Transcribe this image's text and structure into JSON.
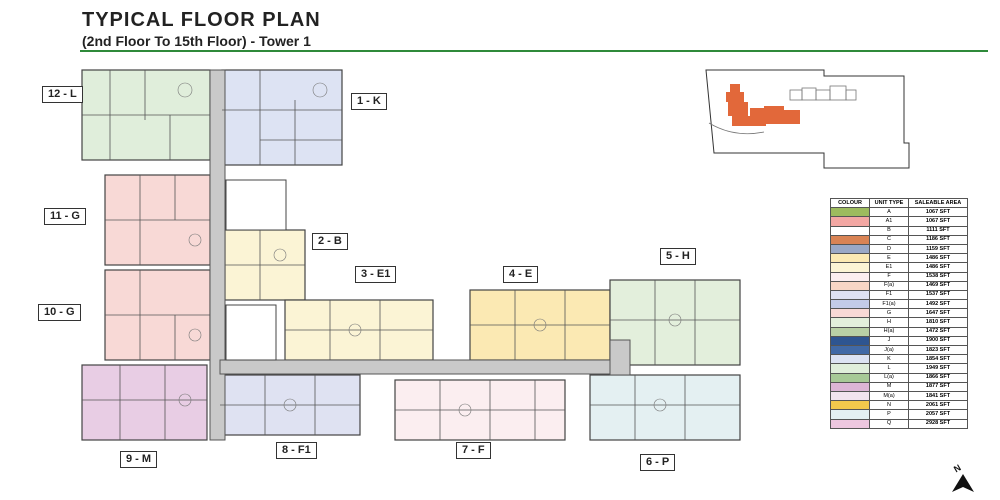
{
  "header": {
    "title": "TYPICAL FLOOR PLAN",
    "subtitle": "(2nd Floor To 15th Floor) - Tower 1"
  },
  "units": [
    {
      "id": "12-L",
      "label": "12 - L"
    },
    {
      "id": "1-K",
      "label": "1 - K"
    },
    {
      "id": "11-G",
      "label": "11 - G"
    },
    {
      "id": "2-B",
      "label": "2 - B"
    },
    {
      "id": "3-E1",
      "label": "3 - E1"
    },
    {
      "id": "4-E",
      "label": "4 - E"
    },
    {
      "id": "5-H",
      "label": "5 - H"
    },
    {
      "id": "10-G",
      "label": "10 - G"
    },
    {
      "id": "9-M",
      "label": "9 - M"
    },
    {
      "id": "8-F1",
      "label": "8 - F1"
    },
    {
      "id": "7-F",
      "label": "7 - F"
    },
    {
      "id": "6-P",
      "label": "6 - P"
    }
  ],
  "legend": {
    "headers": [
      "COLOUR",
      "UNIT TYPE",
      "SALEABLE AREA"
    ],
    "rows": [
      {
        "type": "A",
        "area": "1067 SFT",
        "color": "#9dbb5e"
      },
      {
        "type": "A1",
        "area": "1067 SFT",
        "color": "#f3a7a3"
      },
      {
        "type": "B",
        "area": "1111 SFT",
        "color": "#ffffff"
      },
      {
        "type": "C",
        "area": "1186 SFT",
        "color": "#d98354"
      },
      {
        "type": "D",
        "area": "1159 SFT",
        "color": "#9aa8c6"
      },
      {
        "type": "E",
        "area": "1486 SFT",
        "color": "#fbe9b3"
      },
      {
        "type": "E1",
        "area": "1486 SFT",
        "color": "#fbf4d5"
      },
      {
        "type": "F",
        "area": "1538 SFT",
        "color": "#fbeef0"
      },
      {
        "type": "F(a)",
        "area": "1469 SFT",
        "color": "#f7d6c6"
      },
      {
        "type": "F1",
        "area": "1537 SFT",
        "color": "#dfe2f2"
      },
      {
        "type": "F1(a)",
        "area": "1492 SFT",
        "color": "#c3cbe8"
      },
      {
        "type": "G",
        "area": "1647 SFT",
        "color": "#f8d9d6"
      },
      {
        "type": "H",
        "area": "1810 SFT",
        "color": "#e3efdc"
      },
      {
        "type": "H(a)",
        "area": "1472 SFT",
        "color": "#b9d0a6"
      },
      {
        "type": "J",
        "area": "1900 SFT",
        "color": "#2e5591"
      },
      {
        "type": "J(a)",
        "area": "1823 SFT",
        "color": "#4169a6"
      },
      {
        "type": "K",
        "area": "1854 SFT",
        "color": "#dde3f3"
      },
      {
        "type": "L",
        "area": "1949 SFT",
        "color": "#e0eedb"
      },
      {
        "type": "L(a)",
        "area": "1866 SFT",
        "color": "#a7c997"
      },
      {
        "type": "M",
        "area": "1877 SFT",
        "color": "#dcb5d6"
      },
      {
        "type": "M(a)",
        "area": "1841 SFT",
        "color": "#f2e4ef"
      },
      {
        "type": "N",
        "area": "2061 SFT",
        "color": "#f2c94c"
      },
      {
        "type": "P",
        "area": "2057 SFT",
        "color": "#e4f0f2"
      },
      {
        "type": "Q",
        "area": "2928 SFT",
        "color": "#edc7df"
      }
    ]
  },
  "colors": {
    "accent_rule": "#2f8a3a",
    "corridor": "#c9c9c9",
    "wall": "#444444",
    "highlight_tower": "#e2683a"
  }
}
